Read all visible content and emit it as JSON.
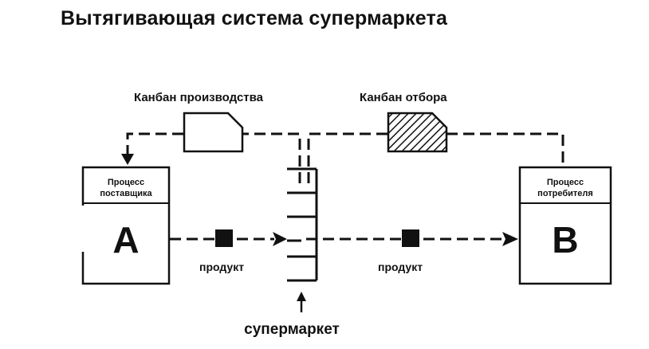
{
  "title": "Вытягивающая система супермаркета",
  "kanban_production_label": "Канбан производства",
  "kanban_withdrawal_label": "Канбан отбора",
  "supplier": {
    "header": [
      "Процесс",
      "поставщика"
    ],
    "letter": "A"
  },
  "consumer": {
    "header": [
      "Процесс",
      "потребителя"
    ],
    "letter": "B"
  },
  "product_label_left": "продукт",
  "product_label_right": "продукт",
  "supermarket_label": "супермаркет"
}
